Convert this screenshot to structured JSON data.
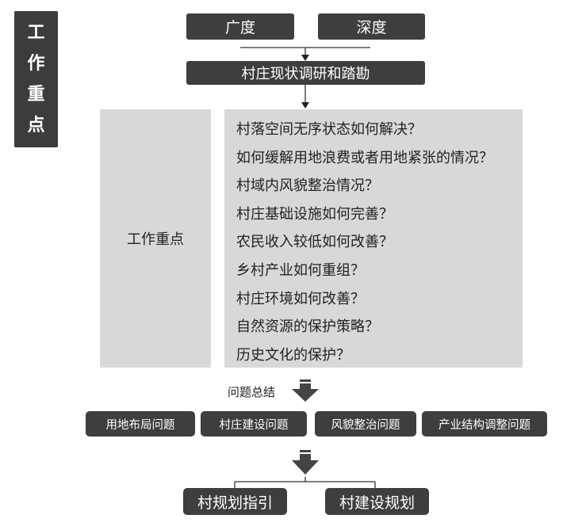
{
  "side_title": [
    "工",
    "作",
    "重",
    "点"
  ],
  "top_boxes": [
    "广度",
    "深度"
  ],
  "survey_box": "村庄现状调研和踏勘",
  "focus_label": "工作重点",
  "questions": [
    "村落空间无序状态如何解决？",
    "如何缓解用地浪费或者用地紧张的情况？",
    "村域内风貌整治情况？",
    "村庄基础设施如何完善？",
    "农民收入较低如何改善？",
    "乡村产业如何重组？",
    "村庄环境如何改善？",
    "自然资源的保护策略？",
    "历史文化的保护？"
  ],
  "summary_label": "问题总结",
  "issues": [
    "用地布局问题",
    "村庄建设问题",
    "风貌整治问题",
    "产业结构调整问题"
  ],
  "outputs": [
    "村规划指引",
    "村建设规划"
  ],
  "colors": {
    "dark": "#3e3e3e",
    "panel": "#d8d8d8",
    "text": "#222222",
    "arrow": "#444444"
  }
}
